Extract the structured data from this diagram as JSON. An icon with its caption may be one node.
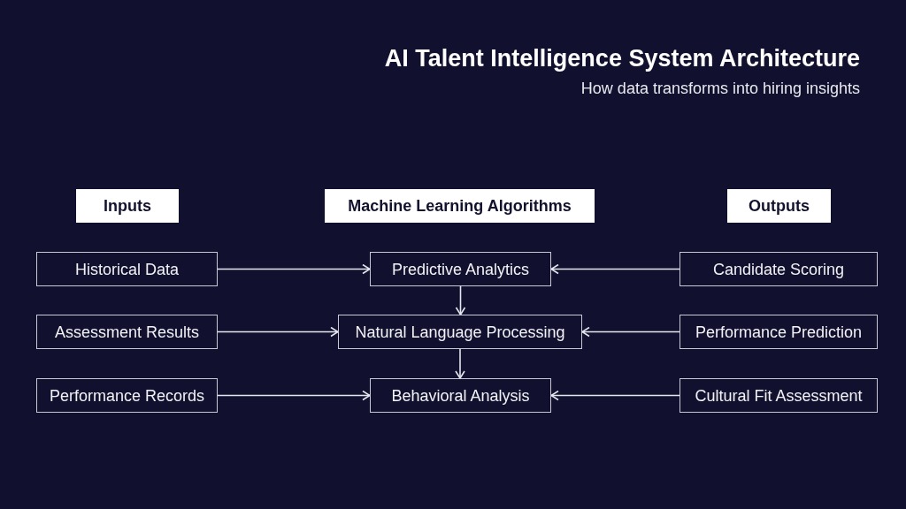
{
  "diagram": {
    "title": "AI Talent Intelligence System Architecture",
    "nodes": [
      {
        "text": [
          "Inputs"
        ]
      },
      {
        "text": [
          "Machine Learning Algorithms"
        ]
      },
      {
        "text": [
          "Outputs"
        ]
      },
      {
        "text": [
          "Historical Data"
        ]
      },
      {
        "text": [
          "Predictive Analytics"
        ]
      },
      {
        "text": [
          "Candidate Scoring"
        ]
      },
      {
        "text": [
          "Assessment Results"
        ]
      },
      {
        "text": [
          "Natural Language Processing"
        ]
      },
      {
        "text": [
          "Performance Prediction"
        ]
      },
      {
        "text": [
          "Performance Records"
        ]
      },
      {
        "text": [
          "Behavioral Analysis"
        ]
      },
      {
        "text": [
          "Cultural Fit Assessment"
        ]
      }
    ],
    "edges": [
      {
        "from": 3,
        "to": 4,
        "arrow": "to"
      },
      {
        "from": 6,
        "to": 7,
        "arrow": "to"
      },
      {
        "from": 9,
        "to": 10,
        "arrow": "to"
      },
      {
        "from": 5,
        "to": 4,
        "arrow": "to"
      },
      {
        "from": 8,
        "to": 7,
        "arrow": "to"
      },
      {
        "from": 11,
        "to": 10,
        "arrow": "to"
      },
      {
        "from": 4,
        "to": 7,
        "arrow": "to"
      },
      {
        "from": 7,
        "to": 10,
        "arrow": "to"
      }
    ],
    "labels": [
      "How data transforms into hiring insights"
    ]
  }
}
